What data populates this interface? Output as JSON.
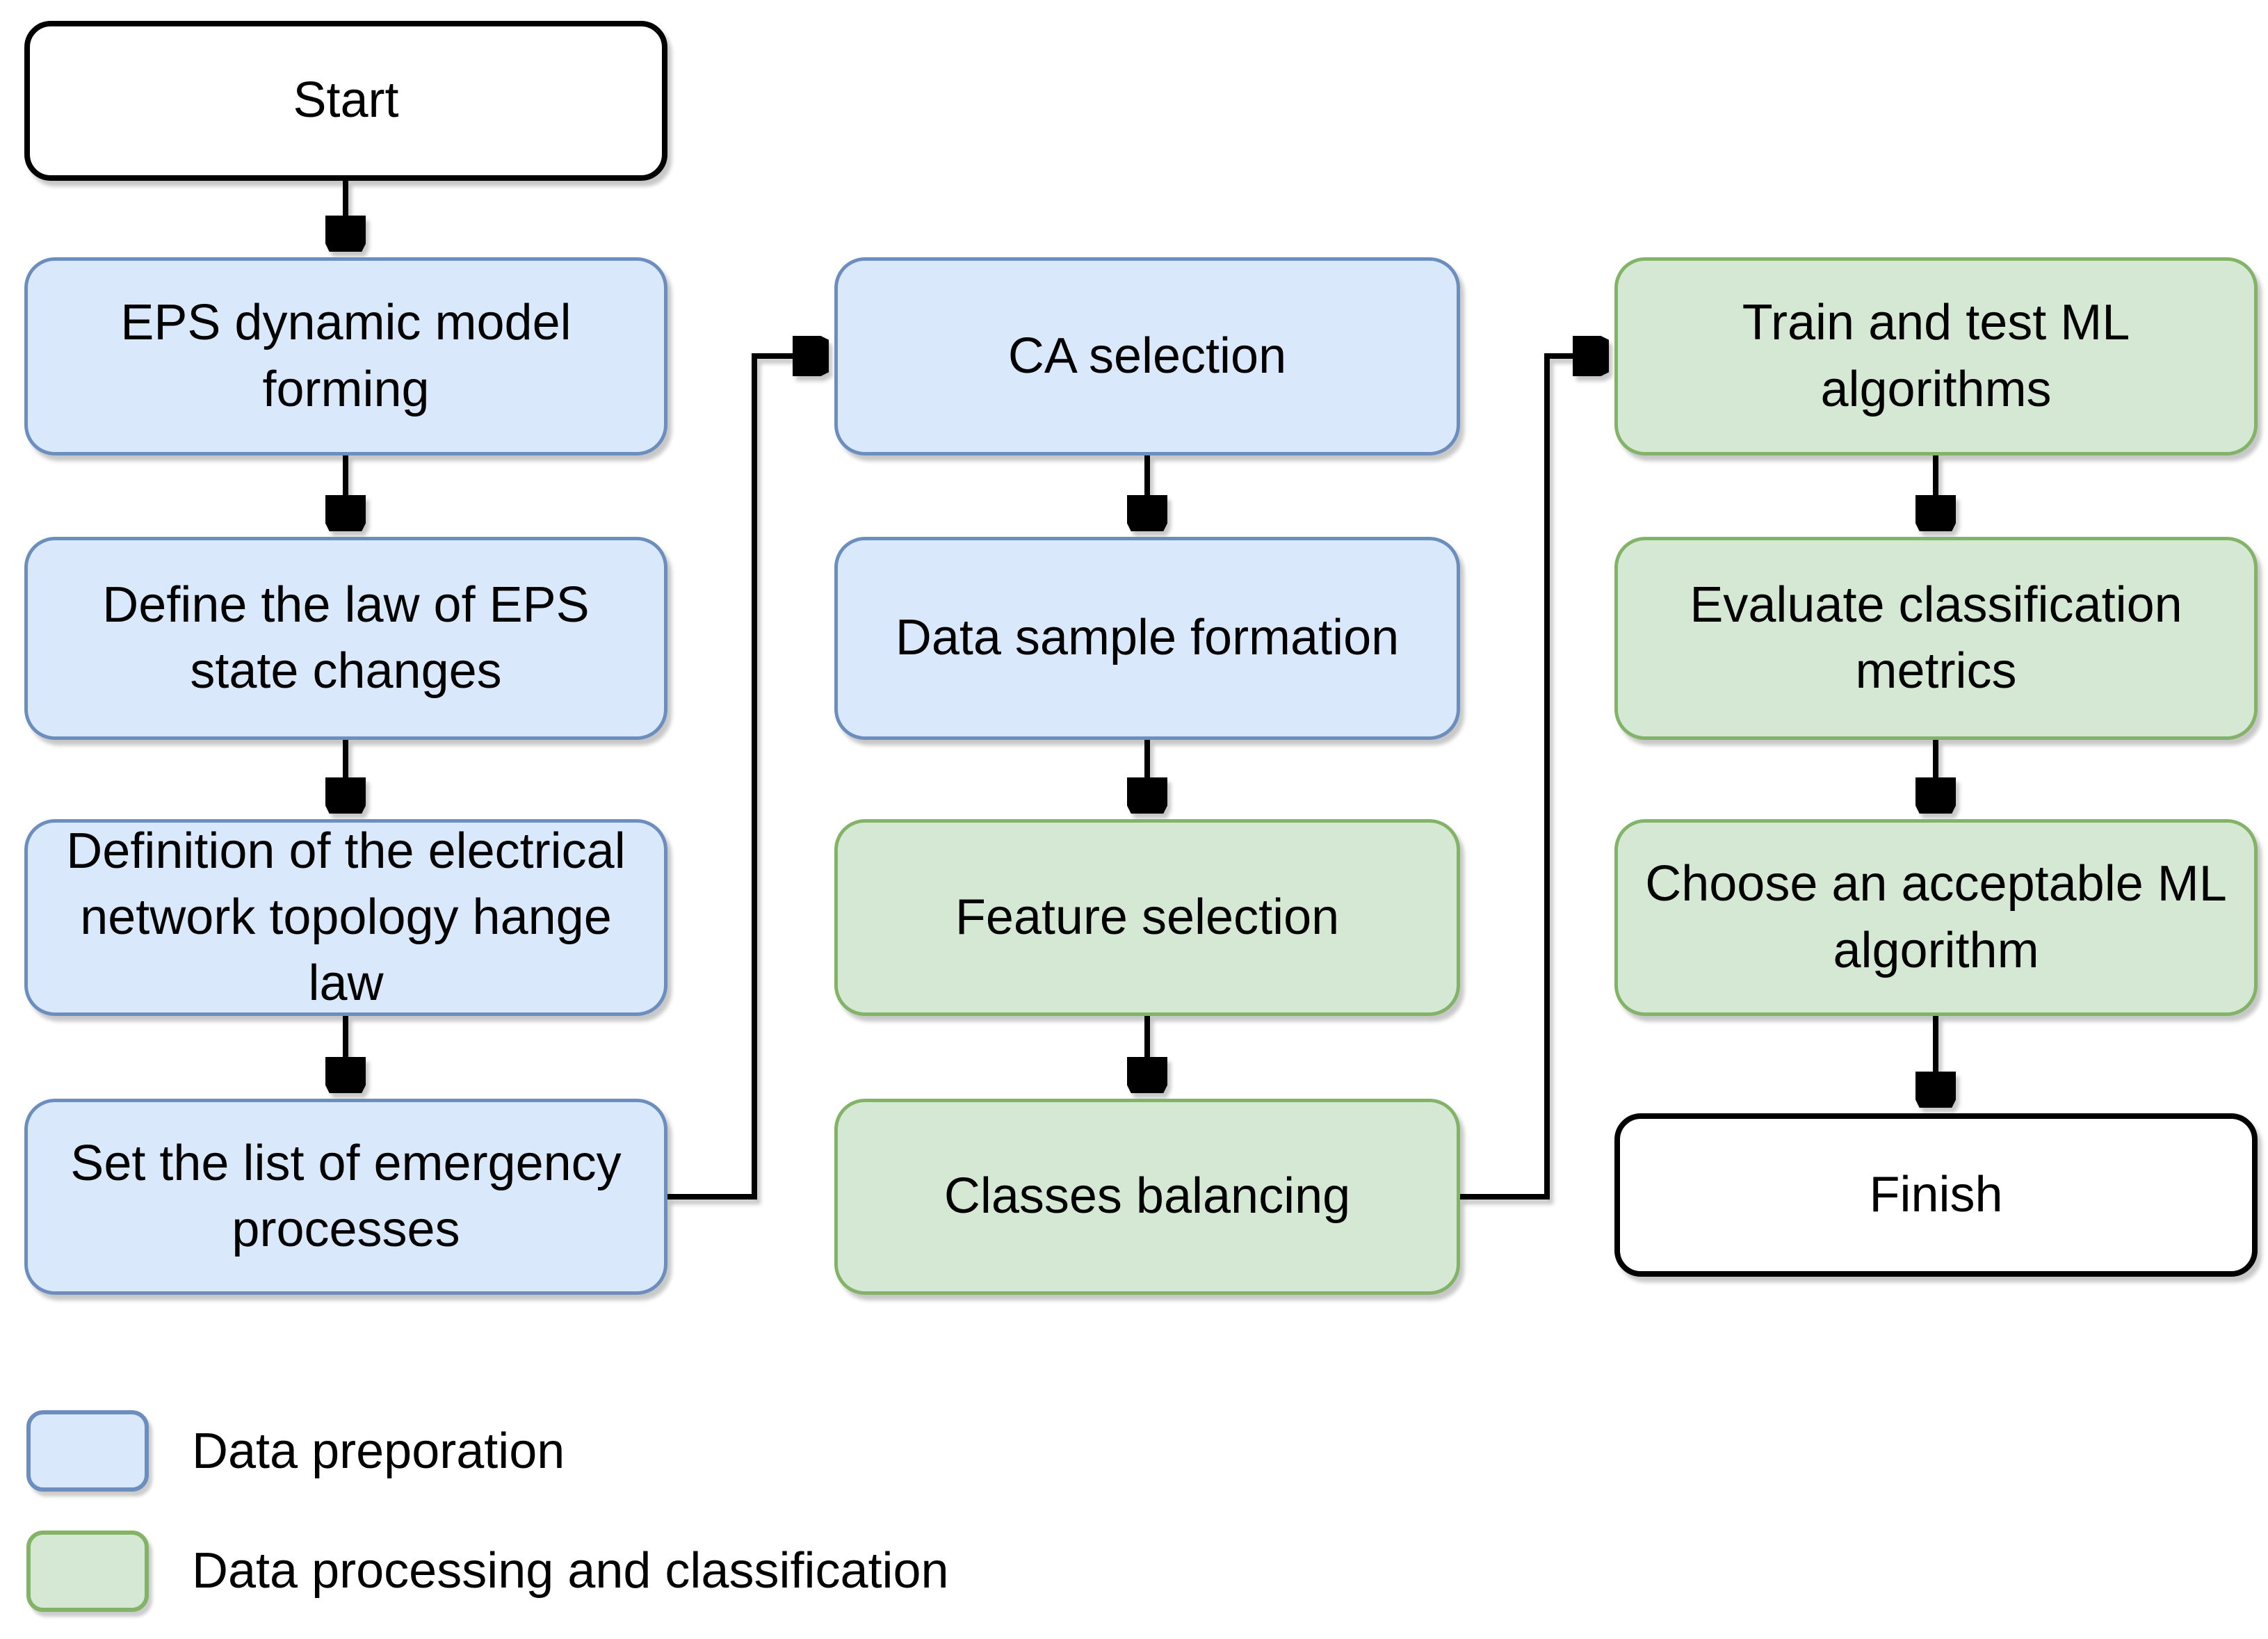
{
  "palette": {
    "preparation_fill": "#DAE8FC",
    "preparation_stroke": "#6C8EBF",
    "processing_fill": "#D5E8D4",
    "processing_stroke": "#82B366",
    "terminal_fill": "#FFFFFF",
    "terminal_stroke": "#000000",
    "arrow_color": "#000000",
    "background": "#FFFFFF"
  },
  "flowchart": {
    "nodes": [
      {
        "id": "start",
        "label": "Start",
        "kind": "terminal"
      },
      {
        "id": "eps-dynamic-model-forming",
        "label": "EPS dynamic model forming",
        "kind": "data-preparation"
      },
      {
        "id": "define-law-of-eps-state-changes",
        "label": "Define the law of EPS state changes",
        "kind": "data-preparation"
      },
      {
        "id": "definition-of-electrical-network-topology-hange-law",
        "label": "Definition of the electrical network topology hange law",
        "kind": "data-preparation"
      },
      {
        "id": "set-list-of-emergency-processes",
        "label": "Set the list of emergency processes",
        "kind": "data-preparation"
      },
      {
        "id": "ca-selection",
        "label": "CA selection",
        "kind": "data-preparation"
      },
      {
        "id": "data-sample-formation",
        "label": "Data sample formation",
        "kind": "data-preparation"
      },
      {
        "id": "feature-selection",
        "label": "Feature selection",
        "kind": "data-processing"
      },
      {
        "id": "classes-balancing",
        "label": "Classes balancing",
        "kind": "data-processing"
      },
      {
        "id": "train-and-test-ml-algorithms",
        "label": "Train and test ML algorithms",
        "kind": "data-processing"
      },
      {
        "id": "evaluate-classification-metrics",
        "label": "Evaluate classification metrics",
        "kind": "data-processing"
      },
      {
        "id": "choose-an-acceptable-ml-algorithm",
        "label": "Choose an acceptable ML algorithm",
        "kind": "data-processing"
      },
      {
        "id": "finish",
        "label": "Finish",
        "kind": "terminal"
      }
    ],
    "edges": [
      {
        "from": "start",
        "to": "eps-dynamic-model-forming"
      },
      {
        "from": "eps-dynamic-model-forming",
        "to": "define-law-of-eps-state-changes"
      },
      {
        "from": "define-law-of-eps-state-changes",
        "to": "definition-of-electrical-network-topology-hange-law"
      },
      {
        "from": "definition-of-electrical-network-topology-hange-law",
        "to": "set-list-of-emergency-processes"
      },
      {
        "from": "set-list-of-emergency-processes",
        "to": "ca-selection"
      },
      {
        "from": "ca-selection",
        "to": "data-sample-formation"
      },
      {
        "from": "data-sample-formation",
        "to": "feature-selection"
      },
      {
        "from": "feature-selection",
        "to": "classes-balancing"
      },
      {
        "from": "classes-balancing",
        "to": "train-and-test-ml-algorithms"
      },
      {
        "from": "train-and-test-ml-algorithms",
        "to": "evaluate-classification-metrics"
      },
      {
        "from": "evaluate-classification-metrics",
        "to": "choose-an-acceptable-ml-algorithm"
      },
      {
        "from": "choose-an-acceptable-ml-algorithm",
        "to": "finish"
      }
    ]
  },
  "legend": {
    "items": [
      {
        "swatch_fill": "#DAE8FC",
        "swatch_stroke": "#6C8EBF",
        "label": "Data preporation"
      },
      {
        "swatch_fill": "#D5E8D4",
        "swatch_stroke": "#82B366",
        "label": "Data processing and classification"
      }
    ]
  }
}
